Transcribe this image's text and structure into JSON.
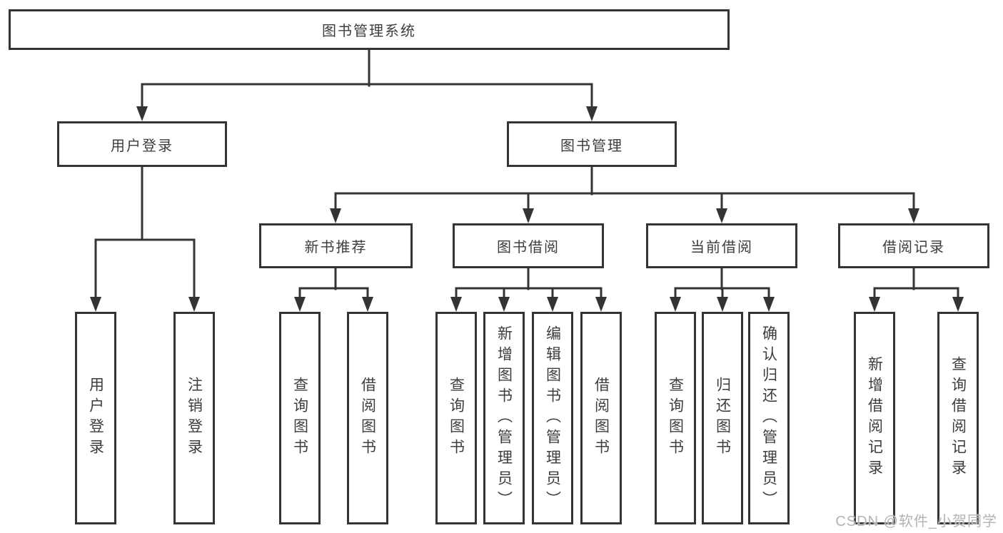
{
  "tree": {
    "root": {
      "label": "图书管理系统"
    },
    "children": [
      {
        "label": "用户登录",
        "children": [
          {
            "label": "用户登录"
          },
          {
            "label": "注销登录"
          }
        ]
      },
      {
        "label": "图书管理",
        "children": [
          {
            "label": "新书推荐",
            "children": [
              {
                "label": "查询图书"
              },
              {
                "label": "借阅图书"
              }
            ]
          },
          {
            "label": "图书借阅",
            "children": [
              {
                "label": "查询图书"
              },
              {
                "label": "新增图书（管理员）"
              },
              {
                "label": "编辑图书（管理员）"
              },
              {
                "label": "借阅图书"
              }
            ]
          },
          {
            "label": "当前借阅",
            "children": [
              {
                "label": "查询图书"
              },
              {
                "label": "归还图书"
              },
              {
                "label": "确认归还（管理员）"
              }
            ]
          },
          {
            "label": "借阅记录",
            "children": [
              {
                "label": "新增借阅记录"
              },
              {
                "label": "查询借阅记录"
              }
            ]
          }
        ]
      }
    ]
  },
  "watermark": "CSDN @软件_小贺同学",
  "colors": {
    "line": "#343434",
    "text": "#3d3d3d",
    "background": "#ffffff",
    "watermark": "#b3b3b3"
  }
}
